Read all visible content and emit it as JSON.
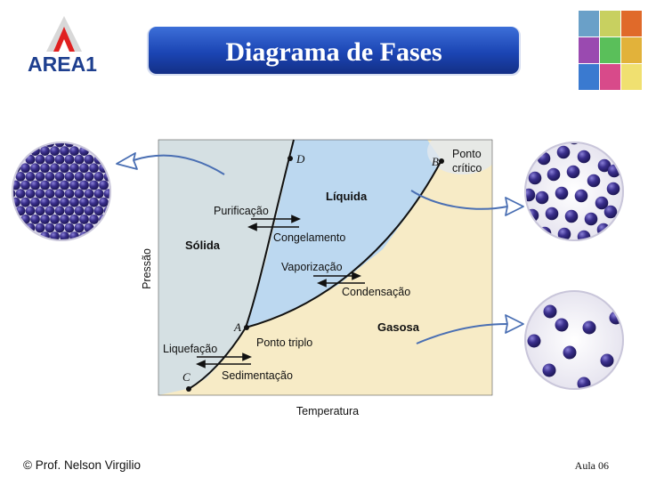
{
  "header": {
    "logo_text": "AREA1",
    "title": "Diagrama de Fases",
    "photo_colors": [
      "#6aa0c8",
      "#c8d060",
      "#e06a2a",
      "#9a4ab0",
      "#5abf5a",
      "#e2b23a",
      "#3a7ad0",
      "#d84a8a",
      "#f0e070"
    ]
  },
  "diagram": {
    "regions": {
      "solid": "Sólida",
      "liquid": "Líquida",
      "gas": "Gasosa"
    },
    "points": {
      "D": "D",
      "B": "B",
      "A": "A",
      "C": "C",
      "critical_line1": "Ponto",
      "critical_line2": "crítico",
      "triple": "Ponto triplo"
    },
    "processes": {
      "purification": "Purificação",
      "freezing": "Congelamento",
      "vaporization": "Vaporização",
      "condensation": "Condensação",
      "liquefaction": "Liquefação",
      "sedimentation": "Sedimentação"
    },
    "axes": {
      "x": "Temperatura",
      "y": "Pressão"
    },
    "colors": {
      "solid": "#d5e0e3",
      "liquid": "#bcd8f0",
      "gas": "#f7ebc6",
      "particle": "#3a2f8c"
    }
  },
  "footer": {
    "author": "© Prof. Nelson Virgilio",
    "lesson": "Aula 06"
  }
}
